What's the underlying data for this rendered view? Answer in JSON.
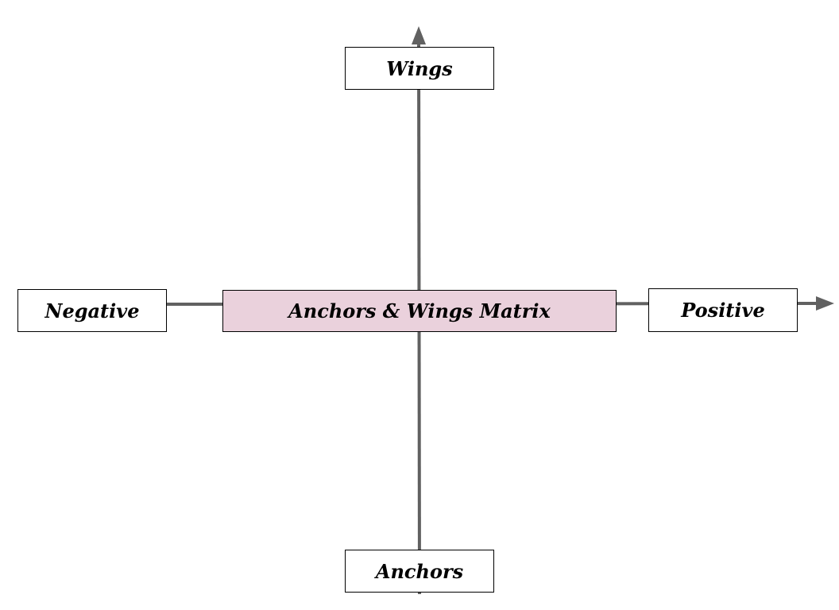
{
  "title": "Anchors & Wings Matrix",
  "labels": {
    "top": "Wings",
    "bottom": "Anchors",
    "left": "Negative",
    "right": "Positive"
  },
  "colors": {
    "center_fill": "#ead1dc",
    "axis": "#616161"
  }
}
